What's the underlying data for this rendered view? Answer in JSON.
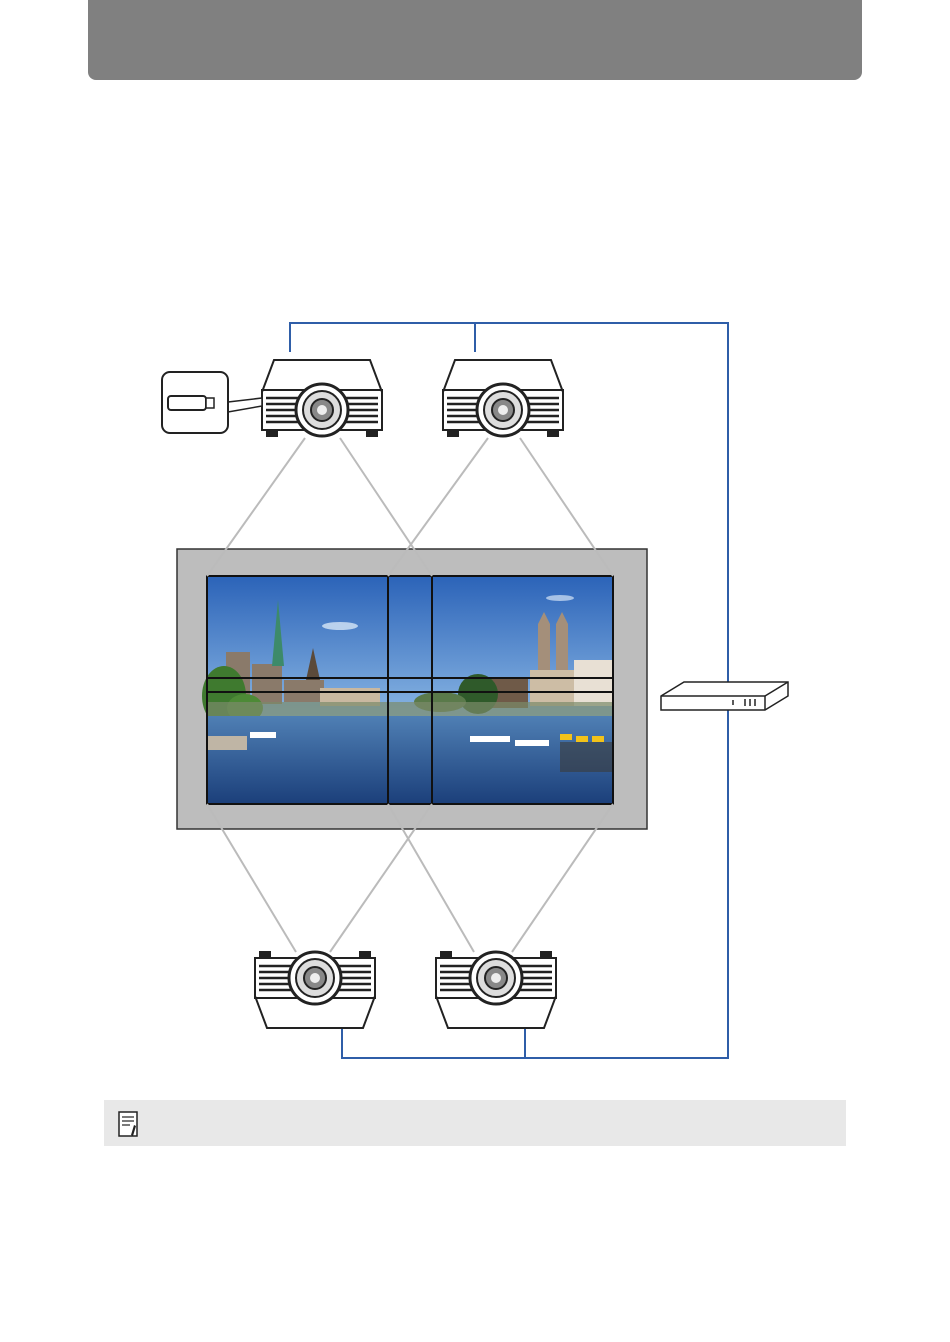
{
  "header": {
    "title": ""
  },
  "colors": {
    "header_bg": "#808080",
    "network_line": "#2f5ea8",
    "screen_frame": "#bdbdbd",
    "note_bg": "#e8e8e8",
    "projection_line": "#bbbbbb"
  },
  "diagram": {
    "devices": [
      {
        "name": "projector-top-left",
        "icon": "projector-icon"
      },
      {
        "name": "projector-top-right",
        "icon": "projector-icon"
      },
      {
        "name": "projector-bottom-left",
        "icon": "projector-icon"
      },
      {
        "name": "projector-bottom-right",
        "icon": "projector-icon"
      },
      {
        "name": "usb-memory",
        "icon": "usb-stick-icon"
      },
      {
        "name": "network-hub",
        "icon": "hub-icon"
      }
    ],
    "screen": {
      "grid_columns": 2,
      "grid_rows": 2,
      "image": "city-river-scene"
    }
  },
  "note": {
    "icon": "note-memo-icon",
    "text": ""
  }
}
